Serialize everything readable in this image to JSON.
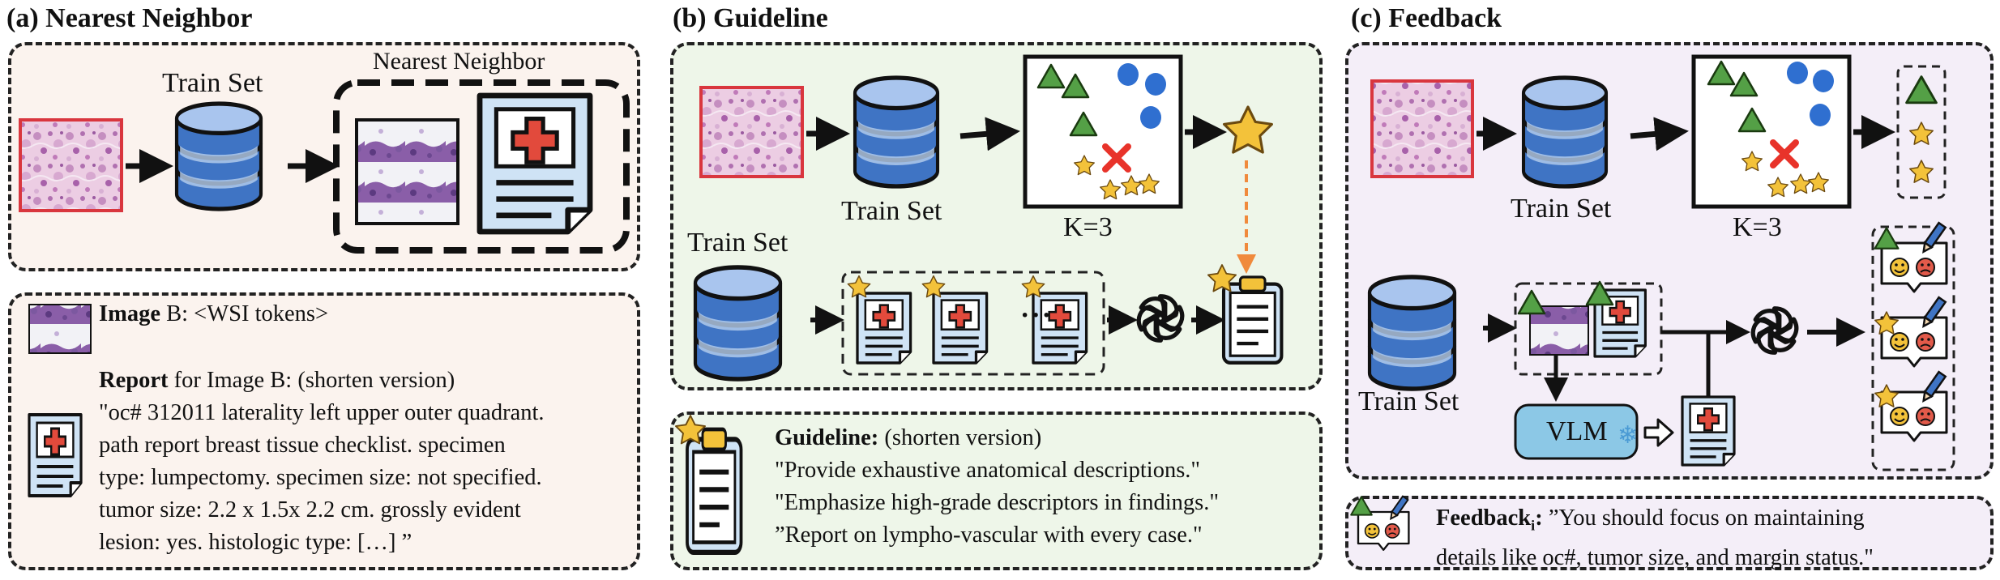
{
  "titles": {
    "a": "(a) Nearest Neighbor",
    "b": "(b) Guideline",
    "c": "(c) Feedback"
  },
  "labels": {
    "train_set": "Train Set",
    "nearest_neighbor": "Nearest Neighbor",
    "k3": "K=3",
    "vlm": "VLM"
  },
  "panel_a": {
    "image_b_bold": "Image",
    "image_b_rest": " B: <WSI tokens>",
    "report_bold": "Report",
    "report_rest": " for Image B: (shorten version)",
    "report_lines": [
      "\"oc# 312011 laterality left upper outer quadrant.",
      "path report breast tissue checklist. specimen",
      "type: lumpectomy. specimen size: not specified.",
      "tumor size: 2.2 x 1.5x 2.2 cm. grossly evident",
      "lesion: yes. histologic type: […] ”"
    ]
  },
  "panel_b": {
    "guideline_bold": "Guideline:",
    "guideline_rest": " (shorten version)",
    "guideline_lines": [
      "\"Provide exhaustive anatomical descriptions.\"",
      "\"Emphasize high-grade descriptors in findings.\"",
      "”Report on lympho-vascular with every case.\""
    ],
    "ellipsis": "···"
  },
  "panel_c": {
    "feedback_bold": "Feedback",
    "feedback_sub": "i",
    "feedback_colon": ":",
    "feedback_line1": " ”You should focus on maintaining",
    "feedback_line2": "details like oc#, tumor size, and margin status.\""
  },
  "colors": {
    "panel_a_bg": "#fbf3ee",
    "panel_b_bg": "#eef6e9",
    "panel_c_bg": "#f4eef8",
    "db_blue": "#3f74c4",
    "tissue_border": "#d9363e",
    "green_triangle": "#54a046",
    "blue_circle": "#2f6fd0",
    "star": "#f3c23a",
    "cross": "#e8332a",
    "arrow_orange": "#f08a3c",
    "vlm_fill": "#8cc8e6"
  }
}
